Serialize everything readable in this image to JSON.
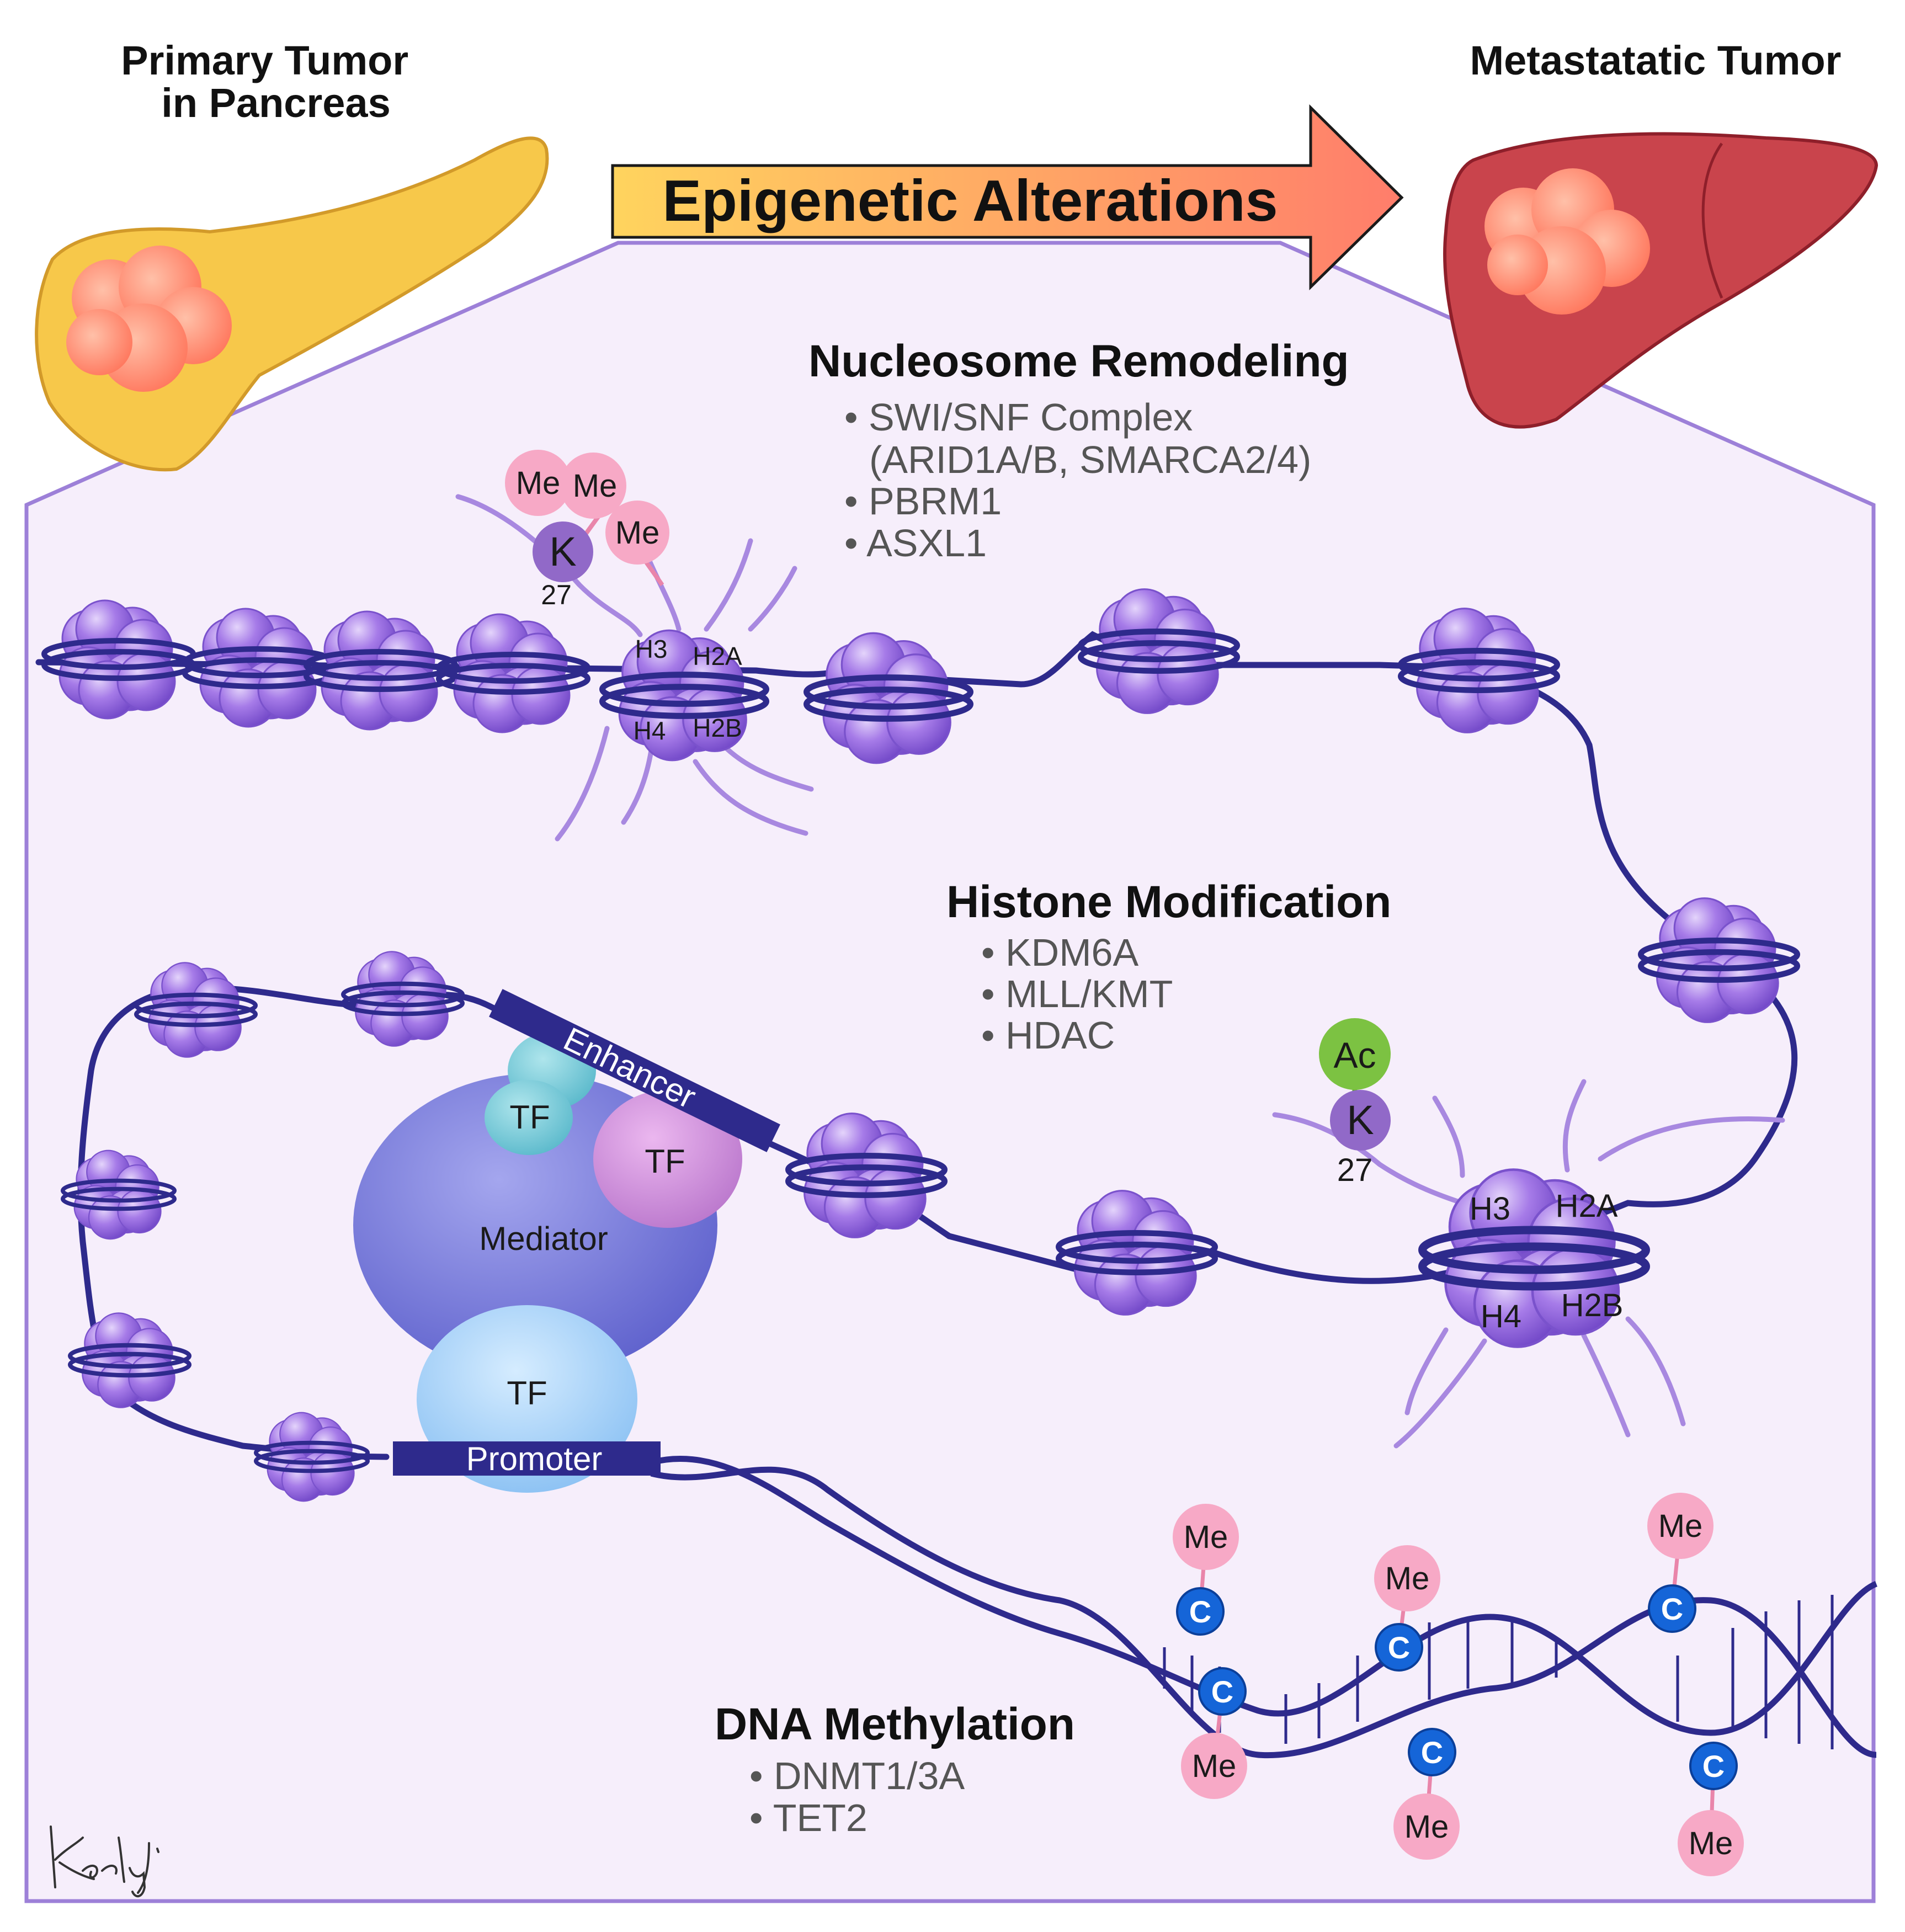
{
  "primary_tumor": {
    "line1": "Primary Tumor",
    "line2": "in Pancreas"
  },
  "metastatic_tumor": "Metastatatic Tumor",
  "arrow_label": "Epigenetic Alterations",
  "nucleosome_remodeling": {
    "title": "Nucleosome Remodeling",
    "items": [
      "• SWI/SNF Complex",
      "(ARID1A/B, SMARCA2/4)",
      "• PBRM1",
      "• ASXL1"
    ]
  },
  "histone_modification": {
    "title": "Histone Modification",
    "items": [
      "• KDM6A",
      "• MLL/KMT",
      "• HDAC"
    ]
  },
  "dna_methylation": {
    "title": "DNA Methylation",
    "items": [
      "• DNMT1/3A",
      "• TET2"
    ]
  },
  "histones": {
    "h3": "H3",
    "h2a": "H2A",
    "h4": "H4",
    "h2b": "H2B"
  },
  "marks": {
    "me": "Me",
    "ac": "Ac",
    "lysine": "K",
    "position": "27",
    "cytosine": "C"
  },
  "regulatory": {
    "enhancer": "Enhancer",
    "promoter": "Promoter",
    "mediator": "Mediator",
    "tf": "TF"
  },
  "signature": "Keely Ji",
  "colors": {
    "frame": "#9d80d8",
    "panel": "#f5eefb",
    "dna": "#2e2a8c",
    "nucleosome": "#9b6fe0",
    "methyl": "#f7a9c6",
    "acetyl": "#7cc242",
    "cytosine": "#1565d8",
    "pancreas": "#f6c94f",
    "liver": "#c9424a",
    "tumor": "#ff7f65"
  }
}
